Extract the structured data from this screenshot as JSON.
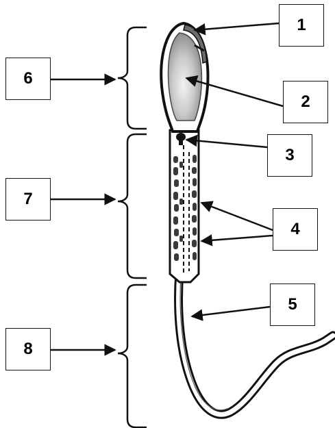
{
  "labels": {
    "one": "1",
    "two": "2",
    "three": "3",
    "four": "4",
    "five": "5",
    "six": "6",
    "seven": "7",
    "eight": "8"
  },
  "colors": {
    "ink": "#111111",
    "head_fill": "#d9d9d9",
    "nucleus_fill": "#bdbdbd",
    "body_fill": "#ffffff"
  }
}
